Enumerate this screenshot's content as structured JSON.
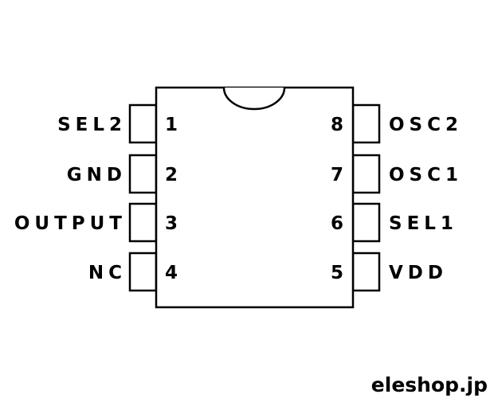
{
  "chip": {
    "left_pins": [
      {
        "number": "1",
        "name": "SEL2"
      },
      {
        "number": "2",
        "name": "GND"
      },
      {
        "number": "3",
        "name": "OUTPUT"
      },
      {
        "number": "4",
        "name": "NC"
      }
    ],
    "right_pins": [
      {
        "number": "8",
        "name": "OSC2"
      },
      {
        "number": "7",
        "name": "OSC1"
      },
      {
        "number": "6",
        "name": "SEL1"
      },
      {
        "number": "5",
        "name": "VDD"
      }
    ]
  },
  "watermark": "eleshop.jp"
}
